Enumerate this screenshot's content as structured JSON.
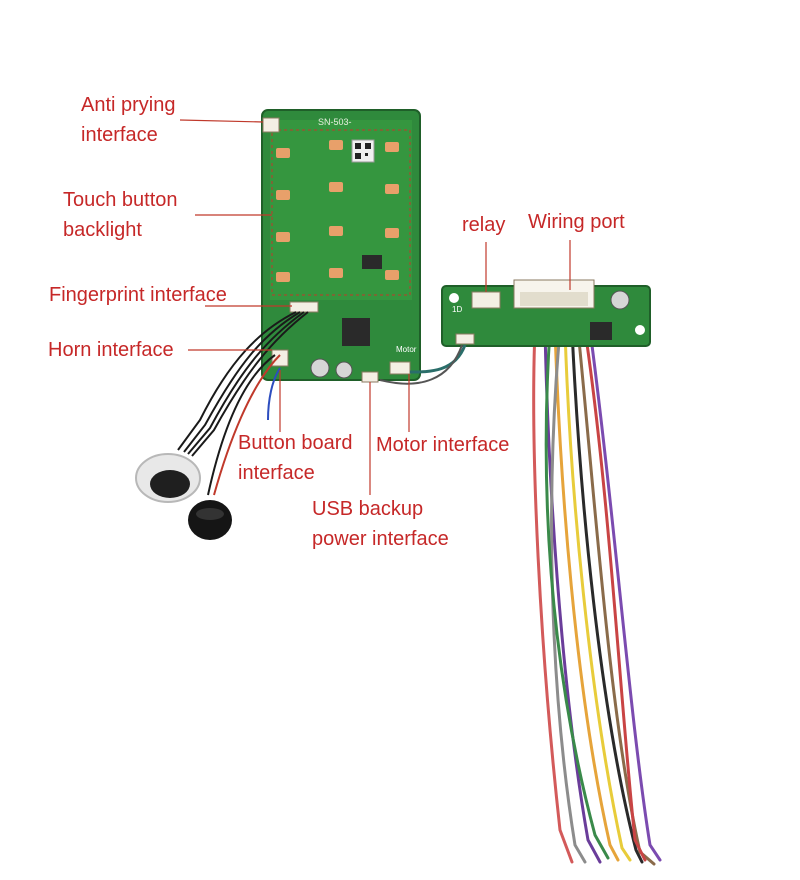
{
  "colors": {
    "label_text": "#c62828",
    "leader_line": "#c0392b",
    "pcb_green": "#2f8a3c",
    "pcb_dark": "#1f5f29",
    "led_orange": "#e8a06a"
  },
  "labels": {
    "anti_prying": [
      "Anti prying",
      "interface"
    ],
    "touch_backlight": [
      "Touch button",
      "backlight"
    ],
    "fingerprint": "Fingerprint interface",
    "horn": "Horn interface",
    "relay": "relay",
    "wiring_port": "Wiring port",
    "button_board": [
      "Button board",
      "interface"
    ],
    "motor_interface": "Motor interface",
    "usb_backup": [
      "USB backup",
      "power interface"
    ]
  },
  "board_marks": {
    "main_silkscreen": "SN-503-",
    "motor_silk": "Motor",
    "relay_silk": "1D"
  }
}
